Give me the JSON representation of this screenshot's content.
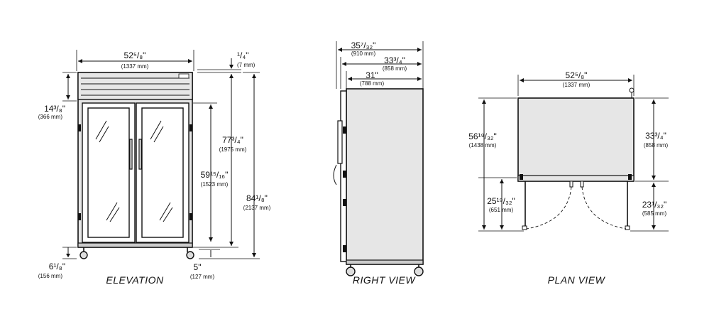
{
  "elevation": {
    "title": "ELEVATION",
    "width_in": "52⁵/₈\"",
    "width_mm": "(1337 mm)",
    "top_in": "¹/₄\"",
    "top_mm": "(7 mm)",
    "grille_in": "14³/₈\"",
    "grille_mm": "(366 mm)",
    "height_in": "77³/₄\"",
    "height_mm": "(1975 mm)",
    "door_in": "59¹⁵/₁₆\"",
    "door_mm": "(1523 mm)",
    "overall_in": "84¹/₈\"",
    "overall_mm": "(2137 mm)",
    "caster_in": "6¹/₈\"",
    "caster_mm": "(156 mm)",
    "floor_in": "5\"",
    "floor_mm": "(127 mm)"
  },
  "right_view": {
    "title": "RIGHT VIEW",
    "d1_in": "35⁷/₃₂\"",
    "d1_mm": "(910 mm)",
    "d2_in": "33³/₄\"",
    "d2_mm": "(858 mm)",
    "d3_in": "31\"",
    "d3_mm": "(788 mm)"
  },
  "plan_view": {
    "title": "PLAN VIEW",
    "width_in": "52⁵/₈\"",
    "width_mm": "(1337 mm)",
    "total_in": "56¹⁹/₃₂\"",
    "total_mm": "(1438 mm)",
    "depth_in": "33³/₄\"",
    "depth_mm": "(858 mm)",
    "swing_in": "25¹⁹/₃₂\"",
    "swing_mm": "(651 mm)",
    "door_in": "23¹/₃₂\"",
    "door_mm": "(585 mm)"
  }
}
